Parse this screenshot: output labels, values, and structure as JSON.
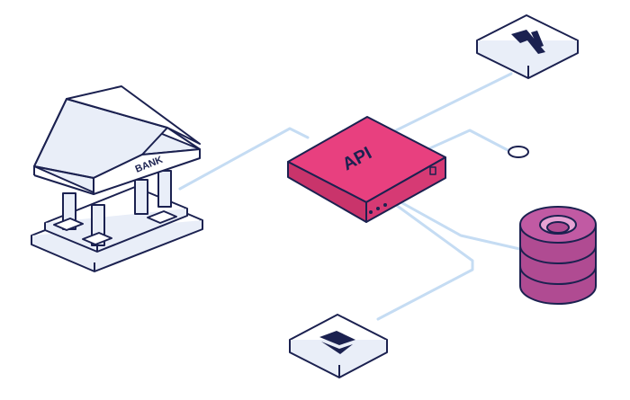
{
  "diagram": {
    "center": {
      "label": "API"
    },
    "bank": {
      "label": "BANK"
    },
    "nodes": [
      {
        "id": "bank",
        "icon": "bank-icon"
      },
      {
        "id": "api",
        "icon": "api-box-icon"
      },
      {
        "id": "algorand-tile",
        "icon": "algorand-logo-icon"
      },
      {
        "id": "endpoint",
        "icon": "endpoint-circle-icon"
      },
      {
        "id": "database",
        "icon": "database-stack-icon"
      },
      {
        "id": "ethereum-tile",
        "icon": "ethereum-logo-icon"
      }
    ],
    "colors": {
      "outline": "#1b2150",
      "connector": "#c5dcf3",
      "api_top": "#e8407f",
      "api_side": "#c9346b",
      "db_top": "#c15aa3",
      "db_side": "#b04b92",
      "bank_fill": "#ffffff",
      "bank_roof_side": "#e9eef8"
    }
  }
}
